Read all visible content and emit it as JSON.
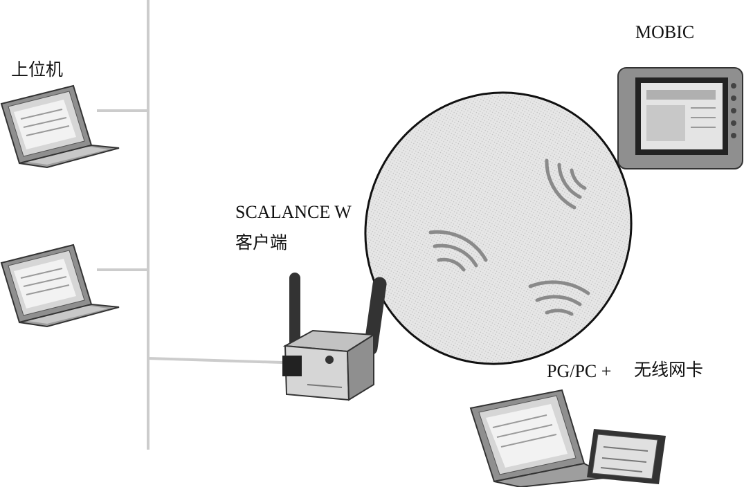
{
  "labels": {
    "host": "上位机",
    "mobic": "MOBIC",
    "scalance_line1": "SCALANCE W",
    "scalance_line2": "客户端",
    "pgpc": "PG/PC + ",
    "wireless_card": "无线网卡"
  },
  "colors": {
    "bus_line": "#cccccc",
    "cell_fill": "#e6e6e6",
    "cell_stroke": "#111111",
    "wave": "#8a8a8a",
    "device_dark": "#333333",
    "device_mid": "#8f8f8f",
    "device_light": "#d6d6d6"
  },
  "icons": {
    "laptop": "laptop-icon",
    "tablet": "tablet-icon",
    "access_point": "access-point-icon",
    "wireless": "wireless-waves-icon",
    "pc_card": "pc-card-icon"
  }
}
